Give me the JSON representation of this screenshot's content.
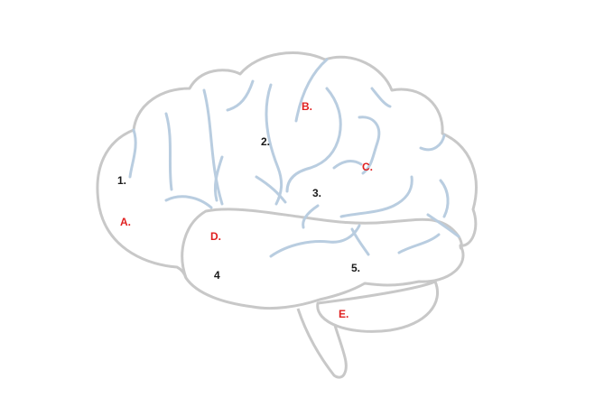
{
  "colors": {
    "outline": "#c8c8c8",
    "sulci": "#b9cde0",
    "number_label": "#1a1a1a",
    "letter_label": "#e02020"
  },
  "labels": {
    "n1": "1.",
    "n2": "2.",
    "n3": "3.",
    "n4": "4",
    "n5": "5.",
    "A": "A.",
    "B": "B.",
    "C": "C.",
    "D": "D.",
    "E": "E."
  }
}
